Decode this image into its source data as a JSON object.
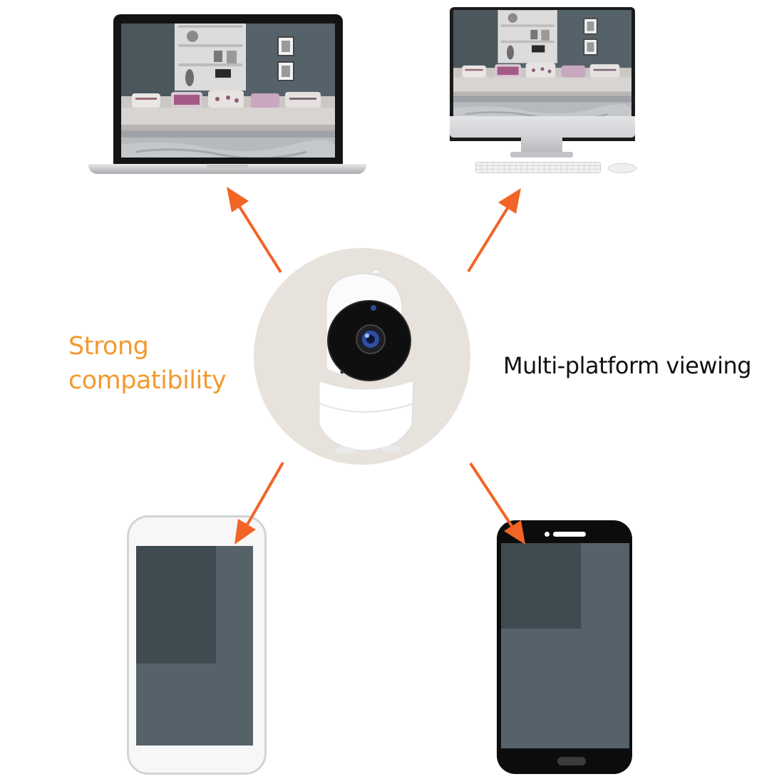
{
  "captions": {
    "left_line1": "Strong",
    "left_line2": "compatibility",
    "right": "Multi-platform viewing"
  },
  "colors": {
    "arrow": "#f26426",
    "caption_accent": "#f29a2e",
    "caption_dark": "#111111",
    "hub_background": "#e7e2dc"
  },
  "devices": [
    "laptop",
    "desktop-monitor",
    "white-smartphone",
    "black-smartphone"
  ],
  "icons": [
    "camera-icon",
    "laptop-icon",
    "monitor-icon",
    "keyboard-icon",
    "mouse-icon",
    "phone-icon"
  ]
}
